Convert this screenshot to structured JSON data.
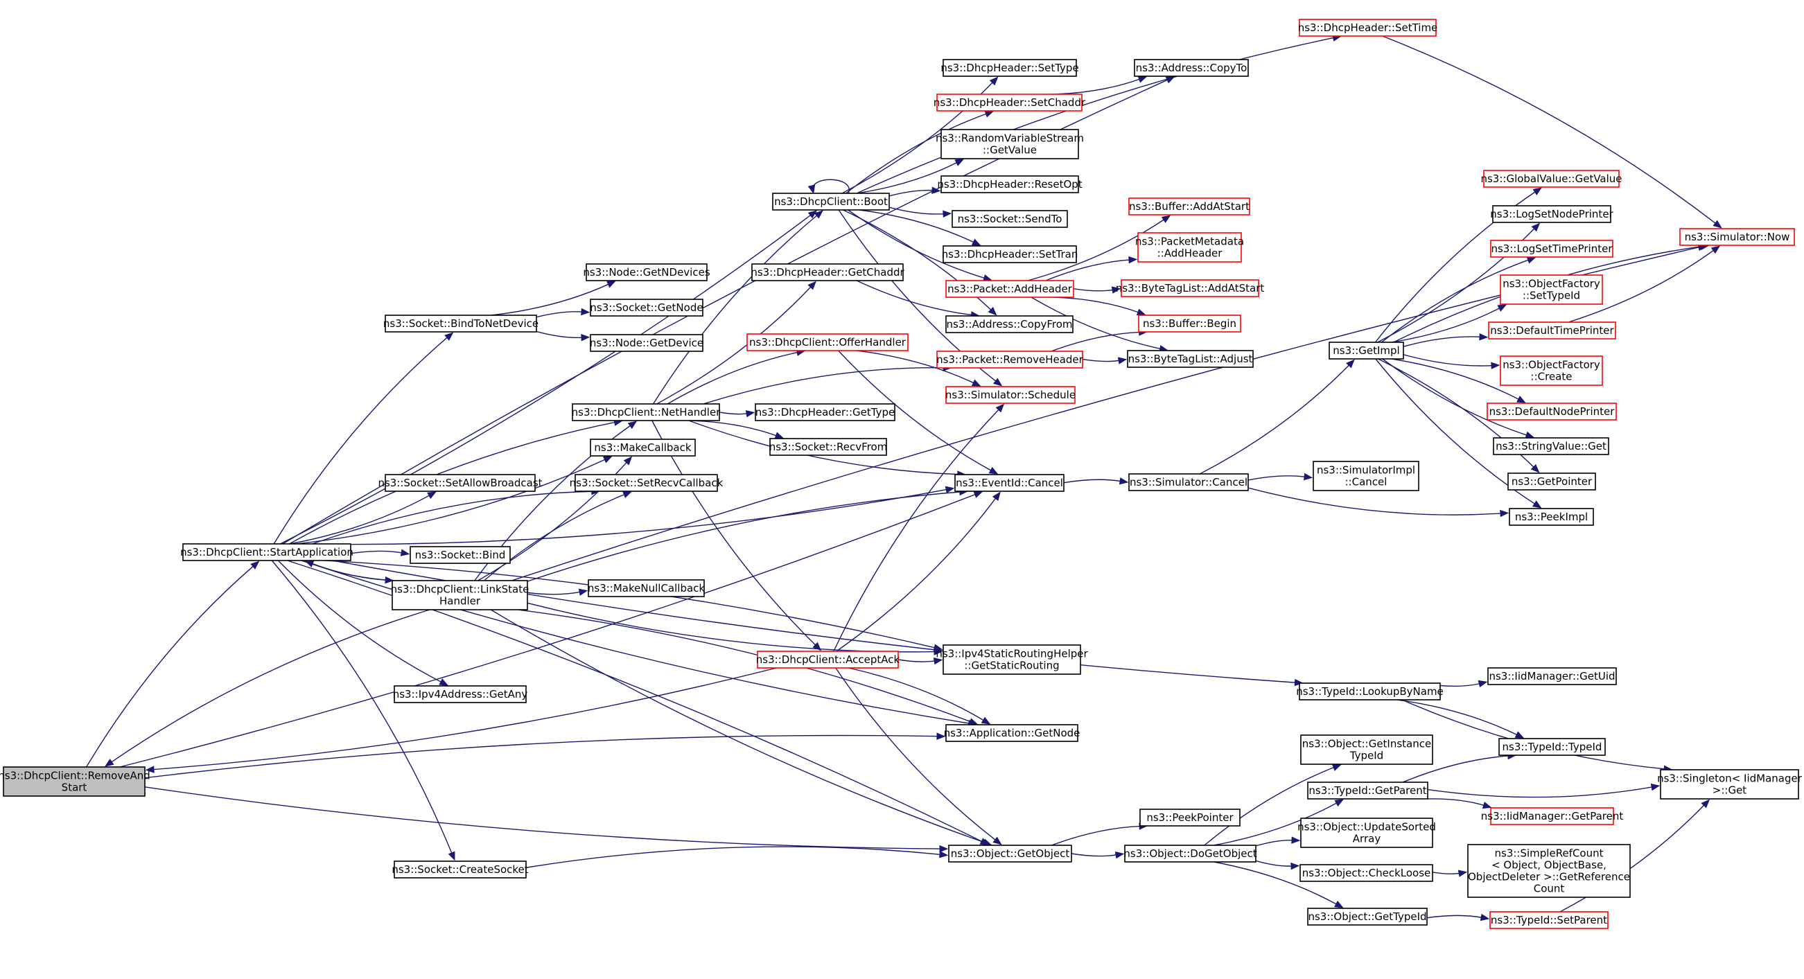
{
  "nodes": [
    {
      "id": "removeandstart",
      "lines": [
        "ns3::DhcpClient::RemoveAnd",
        "Start"
      ],
      "color": "root"
    },
    {
      "id": "startapp",
      "lines": [
        "ns3::DhcpClient::StartApplication"
      ],
      "color": "black"
    },
    {
      "id": "linkstate",
      "lines": [
        "ns3::DhcpClient::LinkState",
        "Handler"
      ],
      "color": "black"
    },
    {
      "id": "bindtonetdevice",
      "lines": [
        "ns3::Socket::BindToNetDevice"
      ],
      "color": "black"
    },
    {
      "id": "setallowbroadcast",
      "lines": [
        "ns3::Socket::SetAllowBroadcast"
      ],
      "color": "black"
    },
    {
      "id": "socketbind",
      "lines": [
        "ns3::Socket::Bind"
      ],
      "color": "black"
    },
    {
      "id": "getany",
      "lines": [
        "ns3::Ipv4Address::GetAny"
      ],
      "color": "black"
    },
    {
      "id": "createsocket",
      "lines": [
        "ns3::Socket::CreateSocket"
      ],
      "color": "black"
    },
    {
      "id": "getndevices",
      "lines": [
        "ns3::Node::GetNDevices"
      ],
      "color": "black"
    },
    {
      "id": "socketgetnode",
      "lines": [
        "ns3::Socket::GetNode"
      ],
      "color": "black"
    },
    {
      "id": "nodegetdevice",
      "lines": [
        "ns3::Node::GetDevice"
      ],
      "color": "black"
    },
    {
      "id": "nethandler",
      "lines": [
        "ns3::DhcpClient::NetHandler"
      ],
      "color": "black"
    },
    {
      "id": "makecallback",
      "lines": [
        "ns3::MakeCallback"
      ],
      "color": "black"
    },
    {
      "id": "setrecvcallback",
      "lines": [
        "ns3::Socket::SetRecvCallback"
      ],
      "color": "black"
    },
    {
      "id": "makenullcallback",
      "lines": [
        "ns3::MakeNullCallback"
      ],
      "color": "black"
    },
    {
      "id": "getchaddr",
      "lines": [
        "ns3::DhcpHeader::GetChaddr"
      ],
      "color": "black"
    },
    {
      "id": "offerhandler",
      "lines": [
        "ns3::DhcpClient::OfferHandler"
      ],
      "color": "red"
    },
    {
      "id": "gettype",
      "lines": [
        "ns3::DhcpHeader::GetType"
      ],
      "color": "black"
    },
    {
      "id": "recvfrom",
      "lines": [
        "ns3::Socket::RecvFrom"
      ],
      "color": "black"
    },
    {
      "id": "acceptack",
      "lines": [
        "ns3::DhcpClient::AcceptAck"
      ],
      "color": "red"
    },
    {
      "id": "boot",
      "lines": [
        "ns3::DhcpClient::Boot"
      ],
      "color": "black"
    },
    {
      "id": "settype",
      "lines": [
        "ns3::DhcpHeader::SetType"
      ],
      "color": "black"
    },
    {
      "id": "setchaddr",
      "lines": [
        "ns3::DhcpHeader::SetChaddr"
      ],
      "color": "red"
    },
    {
      "id": "rvsgetvalue",
      "lines": [
        "ns3::RandomVariableStream",
        "::GetValue"
      ],
      "color": "black"
    },
    {
      "id": "resetopt",
      "lines": [
        "ns3::DhcpHeader::ResetOpt"
      ],
      "color": "black"
    },
    {
      "id": "sendto",
      "lines": [
        "ns3::Socket::SendTo"
      ],
      "color": "black"
    },
    {
      "id": "settran",
      "lines": [
        "ns3::DhcpHeader::SetTran"
      ],
      "color": "black"
    },
    {
      "id": "addheader",
      "lines": [
        "ns3::Packet::AddHeader"
      ],
      "color": "red"
    },
    {
      "id": "copyfrom",
      "lines": [
        "ns3::Address::CopyFrom"
      ],
      "color": "black"
    },
    {
      "id": "removeheader",
      "lines": [
        "ns3::Packet::RemoveHeader"
      ],
      "color": "red"
    },
    {
      "id": "schedule",
      "lines": [
        "ns3::Simulator::Schedule"
      ],
      "color": "red"
    },
    {
      "id": "eventcancel",
      "lines": [
        "ns3::EventId::Cancel"
      ],
      "color": "black"
    },
    {
      "id": "getstaticrouting",
      "lines": [
        "ns3::Ipv4StaticRoutingHelper",
        "::GetStaticRouting"
      ],
      "color": "black"
    },
    {
      "id": "appgetnode",
      "lines": [
        "ns3::Application::GetNode"
      ],
      "color": "black"
    },
    {
      "id": "getobject",
      "lines": [
        "ns3::Object::GetObject"
      ],
      "color": "black"
    },
    {
      "id": "copyto",
      "lines": [
        "ns3::Address::CopyTo"
      ],
      "color": "black"
    },
    {
      "id": "settime",
      "lines": [
        "ns3::DhcpHeader::SetTime"
      ],
      "color": "red"
    },
    {
      "id": "addatstart",
      "lines": [
        "ns3::Buffer::AddAtStart"
      ],
      "color": "red"
    },
    {
      "id": "pmaddheader",
      "lines": [
        "ns3::PacketMetadata",
        "::AddHeader"
      ],
      "color": "red"
    },
    {
      "id": "btladdatstart",
      "lines": [
        "ns3::ByteTagList::AddAtStart"
      ],
      "color": "red"
    },
    {
      "id": "bufferbegin",
      "lines": [
        "ns3::Buffer::Begin"
      ],
      "color": "red"
    },
    {
      "id": "btladjust",
      "lines": [
        "ns3::ByteTagList::Adjust"
      ],
      "color": "black"
    },
    {
      "id": "simcancel",
      "lines": [
        "ns3::Simulator::Cancel"
      ],
      "color": "black"
    },
    {
      "id": "lookupbyname",
      "lines": [
        "ns3::TypeId::LookupByName"
      ],
      "color": "black"
    },
    {
      "id": "peekpointer",
      "lines": [
        "ns3::PeekPointer"
      ],
      "color": "black"
    },
    {
      "id": "dogetobject",
      "lines": [
        "ns3::Object::DoGetObject"
      ],
      "color": "black"
    },
    {
      "id": "getimpl",
      "lines": [
        "ns3::GetImpl"
      ],
      "color": "black"
    },
    {
      "id": "simimplcancel",
      "lines": [
        "ns3::SimulatorImpl",
        "::Cancel"
      ],
      "color": "black"
    },
    {
      "id": "gvgetvalue",
      "lines": [
        "ns3::GlobalValue::GetValue"
      ],
      "color": "red"
    },
    {
      "id": "logsetnodeprinter",
      "lines": [
        "ns3::LogSetNodePrinter"
      ],
      "color": "black"
    },
    {
      "id": "logsettimeprinter",
      "lines": [
        "ns3::LogSetTimePrinter"
      ],
      "color": "red"
    },
    {
      "id": "ofsettypeid",
      "lines": [
        "ns3::ObjectFactory",
        "::SetTypeId"
      ],
      "color": "red"
    },
    {
      "id": "defaulttimeprinter",
      "lines": [
        "ns3::DefaultTimePrinter"
      ],
      "color": "red"
    },
    {
      "id": "ofcreate",
      "lines": [
        "ns3::ObjectFactory",
        "::Create"
      ],
      "color": "red"
    },
    {
      "id": "defaultnodeprinter",
      "lines": [
        "ns3::DefaultNodePrinter"
      ],
      "color": "red"
    },
    {
      "id": "stringvalueget",
      "lines": [
        "ns3::StringValue::Get"
      ],
      "color": "black"
    },
    {
      "id": "getpointer",
      "lines": [
        "ns3::GetPointer"
      ],
      "color": "black"
    },
    {
      "id": "peekimpl",
      "lines": [
        "ns3::PeekImpl"
      ],
      "color": "black"
    },
    {
      "id": "simnow",
      "lines": [
        "ns3::Simulator::Now"
      ],
      "color": "red"
    },
    {
      "id": "getuid",
      "lines": [
        "ns3::IidManager::GetUid"
      ],
      "color": "black"
    },
    {
      "id": "typeidtypeid",
      "lines": [
        "ns3::TypeId::TypeId"
      ],
      "color": "black"
    },
    {
      "id": "getinstancetypeid",
      "lines": [
        "ns3::Object::GetInstance",
        "TypeId"
      ],
      "color": "black"
    },
    {
      "id": "typeidgetparent",
      "lines": [
        "ns3::TypeId::GetParent"
      ],
      "color": "black"
    },
    {
      "id": "updatesortedarray",
      "lines": [
        "ns3::Object::UpdateSorted",
        "Array"
      ],
      "color": "black"
    },
    {
      "id": "checkloose",
      "lines": [
        "ns3::Object::CheckLoose"
      ],
      "color": "black"
    },
    {
      "id": "objgettypeid",
      "lines": [
        "ns3::Object::GetTypeId"
      ],
      "color": "black"
    },
    {
      "id": "singletonget",
      "lines": [
        "ns3::Singleton< IidManager",
        ">::Get"
      ],
      "color": "black"
    },
    {
      "id": "iidgetparent",
      "lines": [
        "ns3::IidManager::GetParent"
      ],
      "color": "red"
    },
    {
      "id": "simplerefcount",
      "lines": [
        "ns3::SimpleRefCount",
        "< Object, ObjectBase,",
        "ObjectDeleter >::GetReference",
        "Count"
      ],
      "color": "black"
    },
    {
      "id": "setparent",
      "lines": [
        "ns3::TypeId::SetParent"
      ],
      "color": "red"
    }
  ],
  "edges": [
    [
      "removeandstart",
      "startapp"
    ],
    [
      "removeandstart",
      "eventcancel"
    ],
    [
      "removeandstart",
      "appgetnode"
    ],
    [
      "removeandstart",
      "getobject"
    ],
    [
      "startapp",
      "bindtonetdevice"
    ],
    [
      "startapp",
      "setallowbroadcast"
    ],
    [
      "startapp",
      "socketbind"
    ],
    [
      "startapp",
      "getany"
    ],
    [
      "startapp",
      "createsocket"
    ],
    [
      "startapp",
      "linkstate"
    ],
    [
      "startapp",
      "nethandler"
    ],
    [
      "startapp",
      "makecallback"
    ],
    [
      "startapp",
      "setrecvcallback"
    ],
    [
      "startapp",
      "boot"
    ],
    [
      "startapp",
      "copyto"
    ],
    [
      "startapp",
      "eventcancel"
    ],
    [
      "startapp",
      "getstaticrouting"
    ],
    [
      "startapp",
      "appgetnode"
    ],
    [
      "startapp",
      "getobject"
    ],
    [
      "startapp",
      "lookupbyname"
    ],
    [
      "linkstate",
      "startapp"
    ],
    [
      "linkstate",
      "removeandstart"
    ],
    [
      "linkstate",
      "nethandler"
    ],
    [
      "linkstate",
      "makecallback"
    ],
    [
      "linkstate",
      "setrecvcallback"
    ],
    [
      "linkstate",
      "makenullcallback"
    ],
    [
      "linkstate",
      "eventcancel"
    ],
    [
      "linkstate",
      "getstaticrouting"
    ],
    [
      "linkstate",
      "appgetnode"
    ],
    [
      "linkstate",
      "getobject"
    ],
    [
      "linkstate",
      "simnow"
    ],
    [
      "bindtonetdevice",
      "getndevices"
    ],
    [
      "bindtonetdevice",
      "socketgetnode"
    ],
    [
      "bindtonetdevice",
      "nodegetdevice"
    ],
    [
      "createsocket",
      "getobject"
    ],
    [
      "nethandler",
      "getchaddr"
    ],
    [
      "nethandler",
      "offerhandler"
    ],
    [
      "nethandler",
      "gettype"
    ],
    [
      "nethandler",
      "recvfrom"
    ],
    [
      "nethandler",
      "acceptack"
    ],
    [
      "nethandler",
      "boot"
    ],
    [
      "nethandler",
      "eventcancel"
    ],
    [
      "nethandler",
      "removeheader"
    ],
    [
      "getchaddr",
      "copyfrom"
    ],
    [
      "offerhandler",
      "schedule"
    ],
    [
      "offerhandler",
      "eventcancel"
    ],
    [
      "acceptack",
      "removeandstart"
    ],
    [
      "acceptack",
      "getstaticrouting"
    ],
    [
      "acceptack",
      "appgetnode"
    ],
    [
      "acceptack",
      "getobject"
    ],
    [
      "acceptack",
      "schedule"
    ],
    [
      "acceptack",
      "eventcancel"
    ],
    [
      "boot",
      "boot"
    ],
    [
      "boot",
      "settype"
    ],
    [
      "boot",
      "setchaddr"
    ],
    [
      "boot",
      "rvsgetvalue"
    ],
    [
      "boot",
      "resetopt"
    ],
    [
      "boot",
      "sendto"
    ],
    [
      "boot",
      "settran"
    ],
    [
      "boot",
      "addheader"
    ],
    [
      "boot",
      "settime"
    ],
    [
      "boot",
      "schedule"
    ],
    [
      "boot",
      "copyfrom"
    ],
    [
      "setchaddr",
      "copyto"
    ],
    [
      "settime",
      "simnow"
    ],
    [
      "addheader",
      "addatstart"
    ],
    [
      "addheader",
      "pmaddheader"
    ],
    [
      "addheader",
      "btladdatstart"
    ],
    [
      "addheader",
      "bufferbegin"
    ],
    [
      "addheader",
      "btladjust"
    ],
    [
      "removeheader",
      "bufferbegin"
    ],
    [
      "removeheader",
      "btladjust"
    ],
    [
      "eventcancel",
      "simcancel"
    ],
    [
      "simcancel",
      "getimpl"
    ],
    [
      "simcancel",
      "simimplcancel"
    ],
    [
      "simcancel",
      "peekimpl"
    ],
    [
      "getimpl",
      "gvgetvalue"
    ],
    [
      "getimpl",
      "logsetnodeprinter"
    ],
    [
      "getimpl",
      "logsettimeprinter"
    ],
    [
      "getimpl",
      "ofsettypeid"
    ],
    [
      "getimpl",
      "defaulttimeprinter"
    ],
    [
      "getimpl",
      "ofcreate"
    ],
    [
      "getimpl",
      "defaultnodeprinter"
    ],
    [
      "getimpl",
      "stringvalueget"
    ],
    [
      "getimpl",
      "getpointer"
    ],
    [
      "getimpl",
      "peekimpl"
    ],
    [
      "getimpl",
      "simnow"
    ],
    [
      "defaulttimeprinter",
      "simnow"
    ],
    [
      "getobject",
      "peekpointer"
    ],
    [
      "getobject",
      "dogetobject"
    ],
    [
      "dogetobject",
      "getinstancetypeid"
    ],
    [
      "dogetobject",
      "typeidgetparent"
    ],
    [
      "dogetobject",
      "updatesortedarray"
    ],
    [
      "dogetobject",
      "checkloose"
    ],
    [
      "dogetobject",
      "objgettypeid"
    ],
    [
      "checkloose",
      "simplerefcount"
    ],
    [
      "objgettypeid",
      "setparent"
    ],
    [
      "setparent",
      "singletonget"
    ],
    [
      "typeidgetparent",
      "typeidtypeid"
    ],
    [
      "typeidgetparent",
      "singletonget"
    ],
    [
      "typeidgetparent",
      "iidgetparent"
    ],
    [
      "lookupbyname",
      "getuid"
    ],
    [
      "lookupbyname",
      "typeidtypeid"
    ],
    [
      "lookupbyname",
      "singletonget"
    ]
  ]
}
